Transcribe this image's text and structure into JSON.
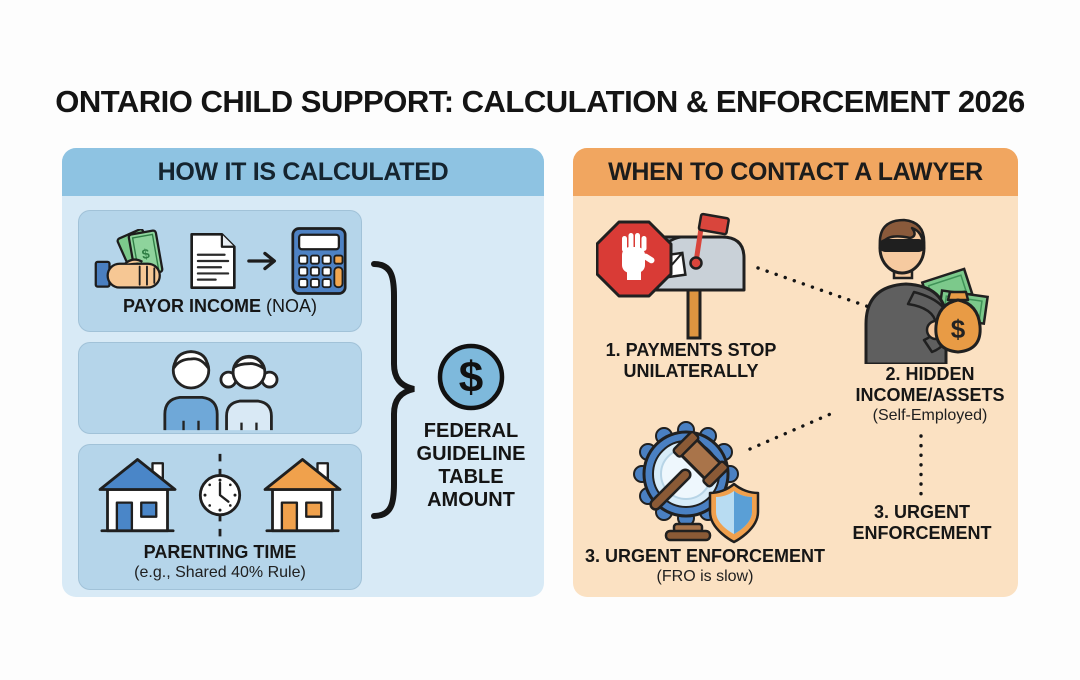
{
  "title": "ONTARIO CHILD SUPPORT: CALCULATION & ENFORCEMENT 2026",
  "palette": {
    "left_header_bg": "#8ec3e2",
    "left_body_bg": "#d8eaf6",
    "left_box_bg": "#b5d5ea",
    "right_header_bg": "#f1a660",
    "right_body_bg": "#fbe1c2",
    "accent_blue": "#4a80c2",
    "accent_orange": "#f0a04d",
    "stop_red": "#d93b36",
    "money_green": "#7cc98b",
    "dollar_circle_blue": "#7eb9dc",
    "text_dark": "#1a1a1a"
  },
  "left_panel": {
    "header": "HOW IT IS CALCULATED",
    "box1_label_bold": "PAYOR INCOME",
    "box1_label_note": "(NOA)",
    "box3_label_bold": "PARENTING TIME",
    "box3_label_note": "(e.g., Shared 40% Rule)",
    "result_label": "FEDERAL\nGUIDELINE\nTABLE\nAMOUNT"
  },
  "right_panel": {
    "header": "WHEN TO CONTACT A LAWYER",
    "item1_label": "1. PAYMENTS STOP\nUNILATERALLY",
    "item2_label": "2. HIDDEN\nINCOME/ASSETS",
    "item2_note": "(Self-Employed)",
    "item3_label": "3. URGENT ENFORCEMENT",
    "item3_note": "(FRO is slow)",
    "item4_label": "3. URGENT\nENFORCEMENT"
  },
  "glyphs": {
    "dollar": "$"
  }
}
